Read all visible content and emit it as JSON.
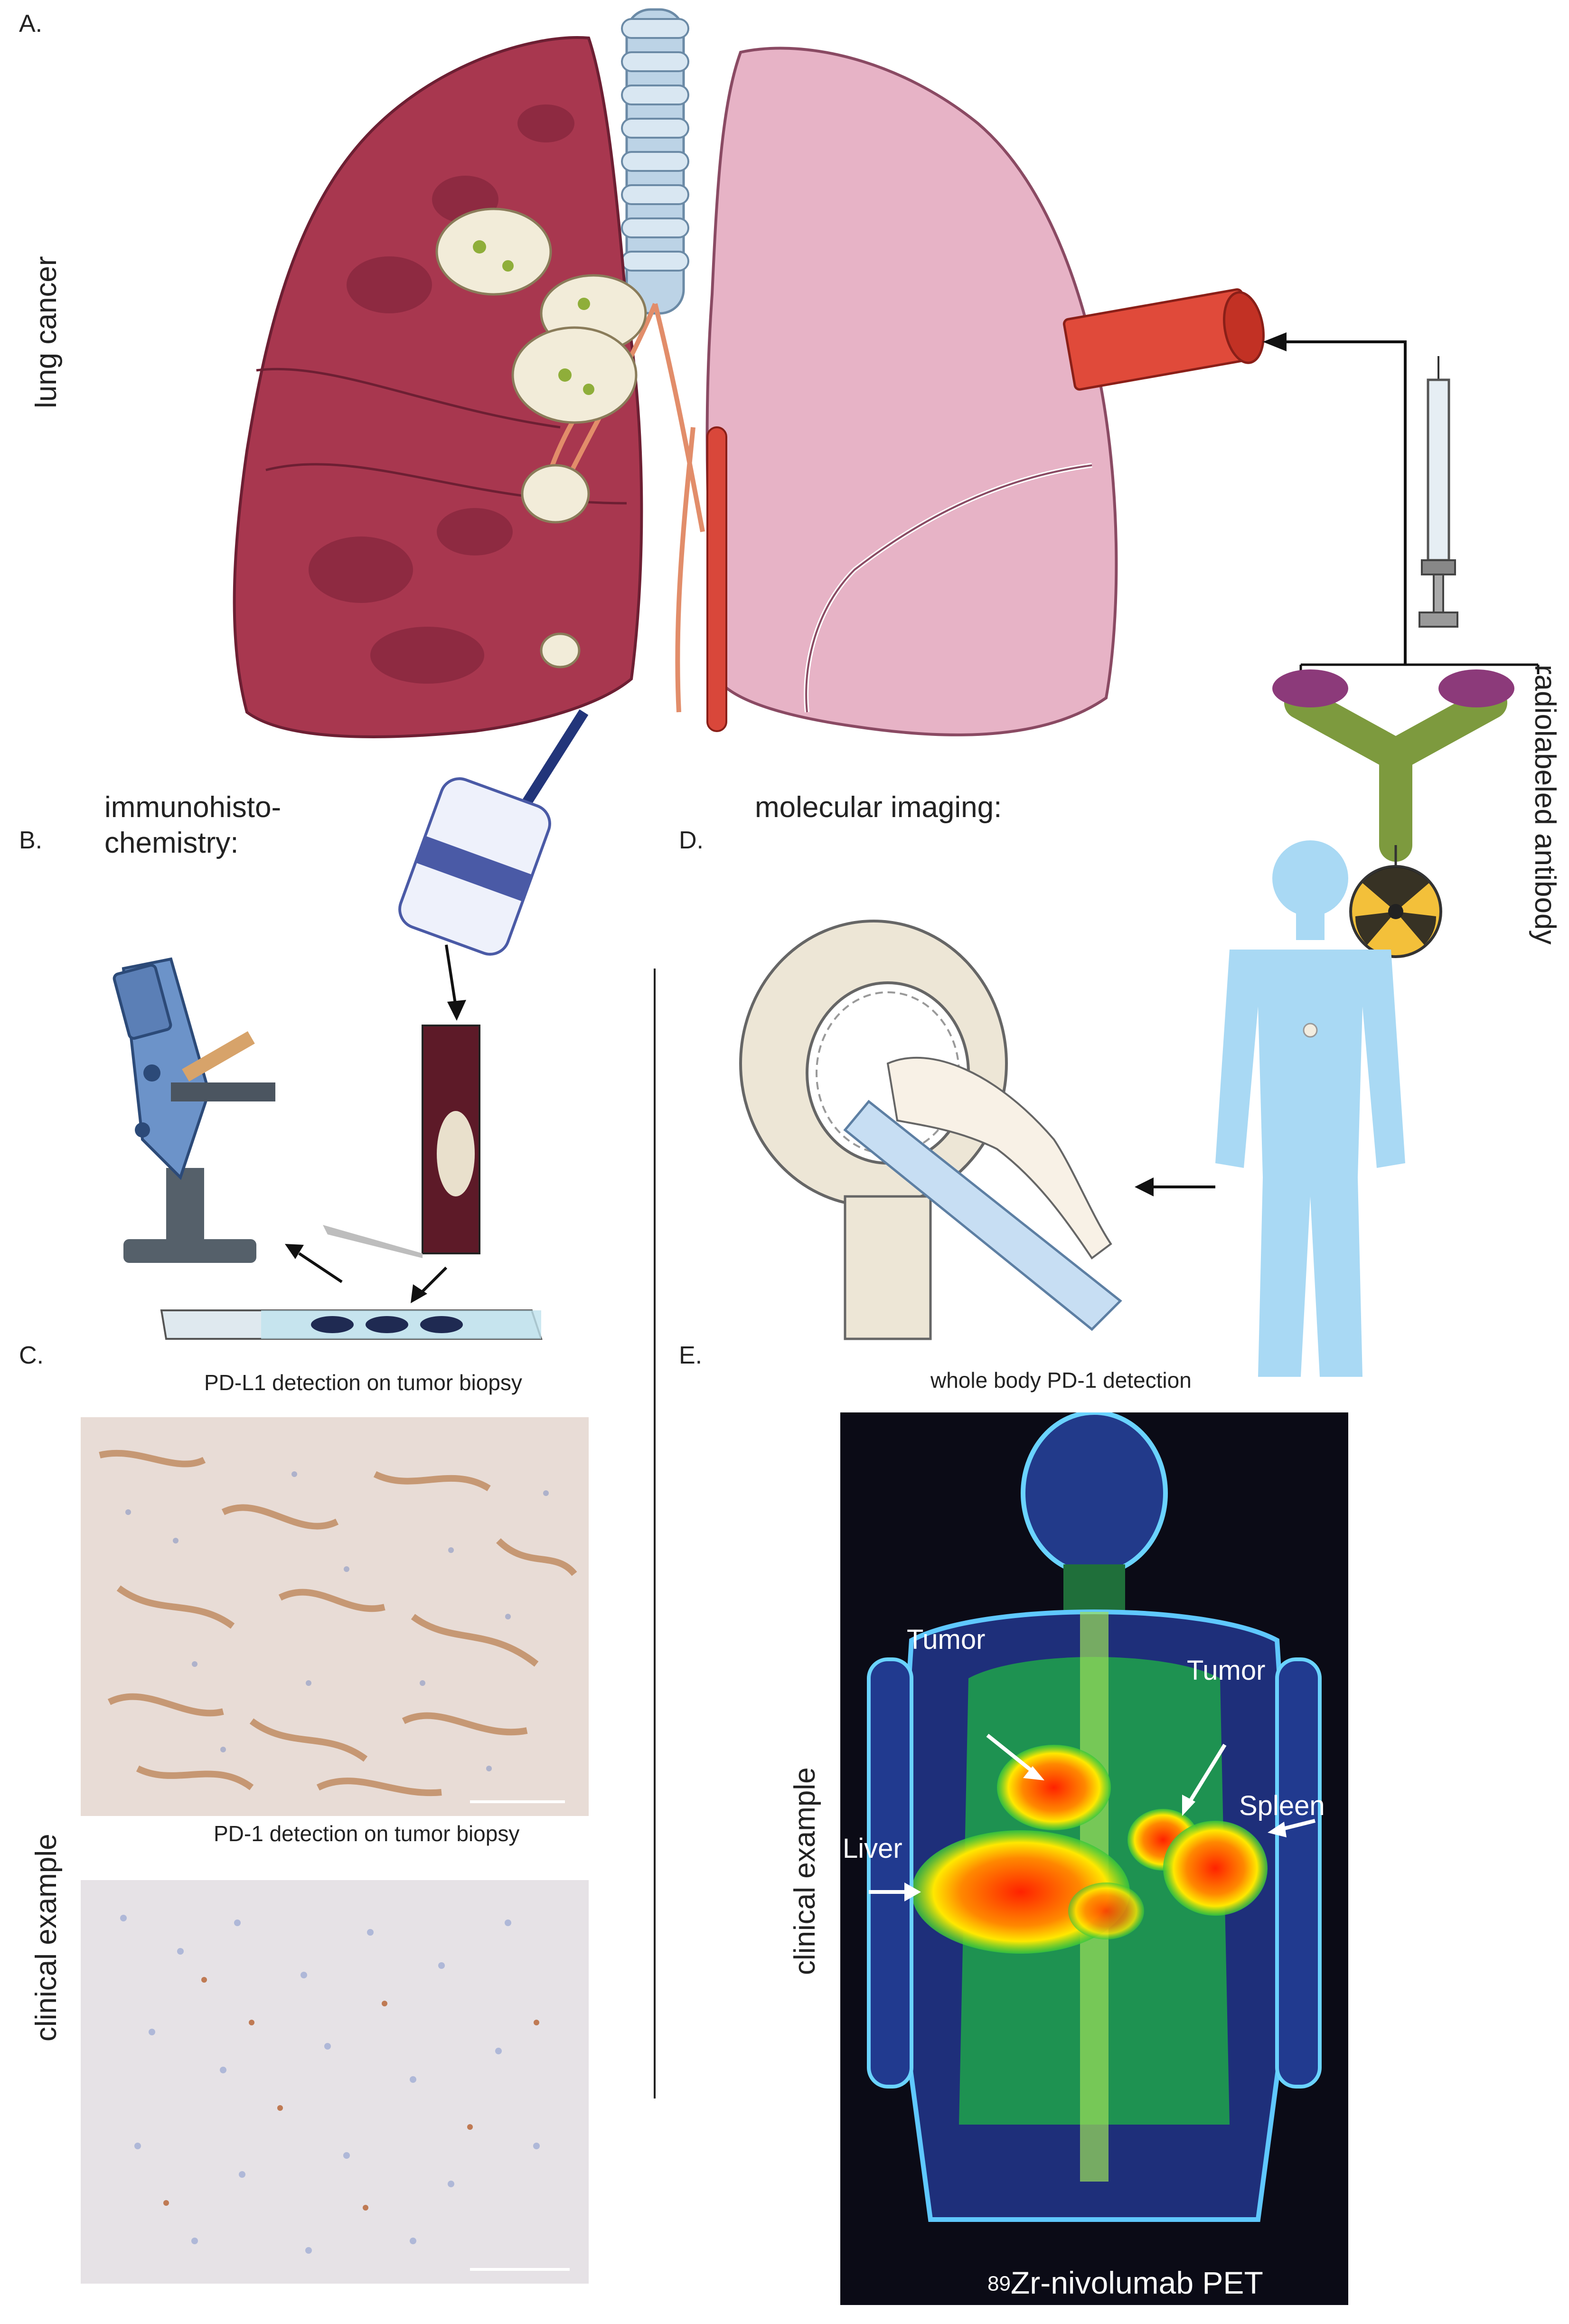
{
  "panels": {
    "a": {
      "letter": "A.",
      "side_label": "lung cancer",
      "antibody_label": "radiolabeled antibody"
    },
    "b": {
      "letter": "B.",
      "title_line1": "immunohisto-",
      "title_line2": "chemistry:"
    },
    "c": {
      "letter": "C.",
      "caption_top": "PD-L1 detection on tumor biopsy",
      "caption_bottom": "PD-1 detection on tumor biopsy",
      "side_label": "clinical example"
    },
    "d": {
      "letter": "D.",
      "title": "molecular imaging:"
    },
    "e": {
      "letter": "E.",
      "caption": "whole body PD-1 detection",
      "side_label": "clinical example",
      "pet_labels": {
        "tumor_left": "Tumor",
        "tumor_right": "Tumor",
        "spleen": "Spleen",
        "liver": "Liver"
      },
      "tracer_superscript": "89",
      "tracer_name": "Zr-nivolumab PET"
    }
  },
  "icons": [
    "lungs-icon",
    "trachea-icon",
    "tumor-icon",
    "syringe-icon",
    "antibody-icon",
    "radiation-icon",
    "biopsy-needle-icon",
    "microscope-icon",
    "slide-icon",
    "pet-scanner-icon",
    "human-silhouette-icon",
    "blood-vessel-icon"
  ],
  "colors": {
    "lung_left": "#a8374f",
    "lung_right": "#e7b3c6",
    "tumor": "#f2ecd9",
    "body_silhouette": "#a9d9f4",
    "ihc_bg": "#e9dfdb",
    "ihc_stain": "#b87a4a",
    "pet_bg": "#0b0b16",
    "arrow": "#111111"
  }
}
